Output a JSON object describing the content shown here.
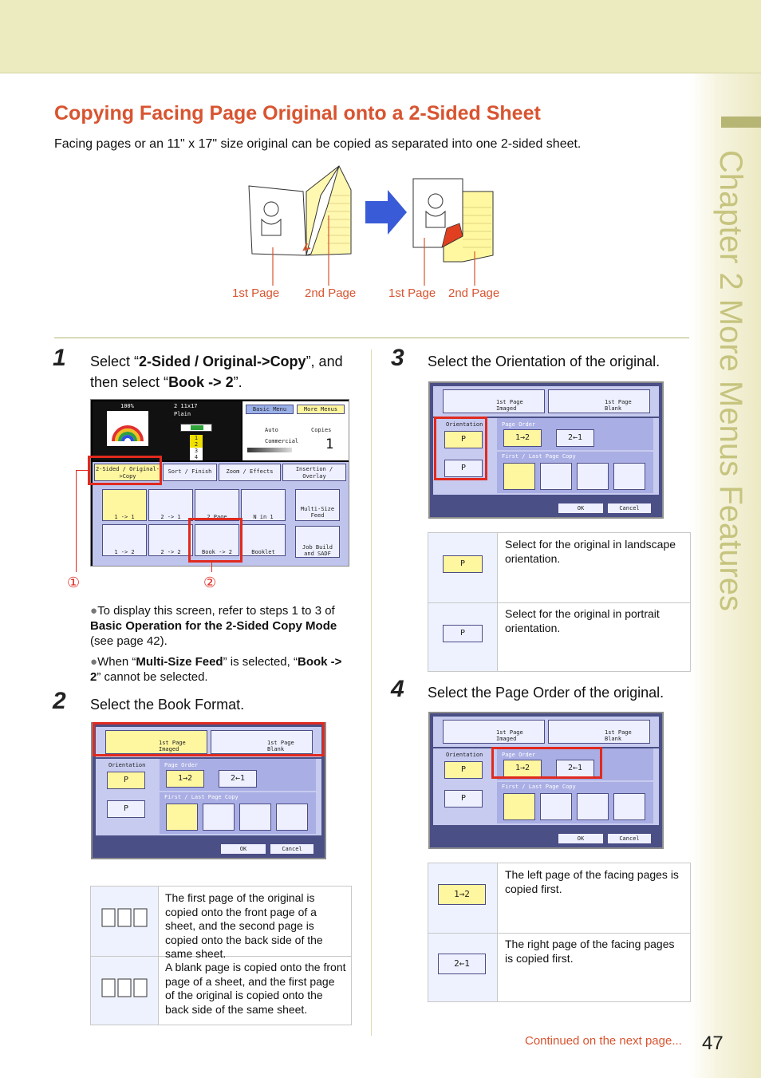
{
  "header": {
    "chapter_vertical": "Chapter 2   More Menus Features"
  },
  "section": {
    "title": "Copying Facing Page Original onto a 2-Sided Sheet",
    "intro": "Facing pages or an 11\" x 17\" size original can be copied as separated into one 2-sided sheet."
  },
  "illustration": {
    "labels": [
      "1st Page",
      "2nd Page",
      "1st Page",
      "2nd Page"
    ]
  },
  "step1": {
    "num": "1",
    "text_pre": "Select “",
    "bold1": "2-Sided / Original->Copy",
    "text_mid": "”, and then select “",
    "bold2": "Book -> 2",
    "text_post": "”.",
    "bullet1_pre": "To display this screen, refer to steps 1 to 3 of ",
    "bullet1_bold": "Basic Operation for the 2-Sided Copy Mode",
    "bullet1_post": " (see page 42).",
    "bullet2_pre": "When “",
    "bullet2_bold1": "Multi-Size Feed",
    "bullet2_mid": "” is selected, “",
    "bullet2_bold2": "Book -> 2",
    "bullet2_post": "” cannot be selected.",
    "callouts": [
      "①",
      "②"
    ]
  },
  "screen1": {
    "zoom": "100%",
    "paper": "2 11x17",
    "paper_type": "Plain",
    "basic_menu": "Basic Menu",
    "more_menus": "More Menus",
    "auto": "Auto",
    "commercial": "Commercial",
    "copies_label": "Copies",
    "copies": "1",
    "tabs": [
      "2-Sided / Original->Copy",
      "Sort / Finish",
      "Zoom / Effects",
      "Insertion / Overlay"
    ],
    "row1": [
      "1 -> 1",
      "2 -> 1",
      "2 Page",
      "N in 1",
      "Multi-Size Feed"
    ],
    "row2": [
      "1 -> 2",
      "2 -> 2",
      "Book -> 2",
      "Booklet",
      "Job Build and SADF"
    ],
    "stack": [
      "1",
      "2",
      "3",
      "4"
    ]
  },
  "dialog": {
    "first_imaged": "1st Page Imaged",
    "first_blank": "1st Page Blank",
    "orientation": "Orientation",
    "page_order": "Page Order",
    "first_last": "First / Last Page Copy",
    "ok": "OK",
    "cancel": "Cancel",
    "order1": "1→2",
    "order2": "2←1",
    "orient_p": "P",
    "orient_l": "P"
  },
  "step2": {
    "num": "2",
    "text": "Select the Book Format."
  },
  "table2": {
    "rows": [
      "The first page of the original is copied onto the front page of a sheet, and the second page is copied onto the back side of the same sheet.",
      "A blank page is copied onto the front page of a sheet, and the first page of the original is copied onto the back side of the same sheet."
    ]
  },
  "step3": {
    "num": "3",
    "text": "Select the Orientation of the original."
  },
  "table3": {
    "rows": [
      "Select for the original in landscape orientation.",
      "Select for the original in portrait orientation."
    ]
  },
  "step4": {
    "num": "4",
    "text": "Select the Page Order of the original."
  },
  "table4": {
    "rows": [
      "The left page of the facing pages is copied first.",
      "The right page of the facing pages is copied first."
    ]
  },
  "footer": {
    "continued": "Continued on the next page...",
    "page": "47"
  },
  "colors": {
    "accent": "#d85430",
    "band": "#ecebc0",
    "highlight": "#e02a1f",
    "panel": "#4a4f86"
  }
}
